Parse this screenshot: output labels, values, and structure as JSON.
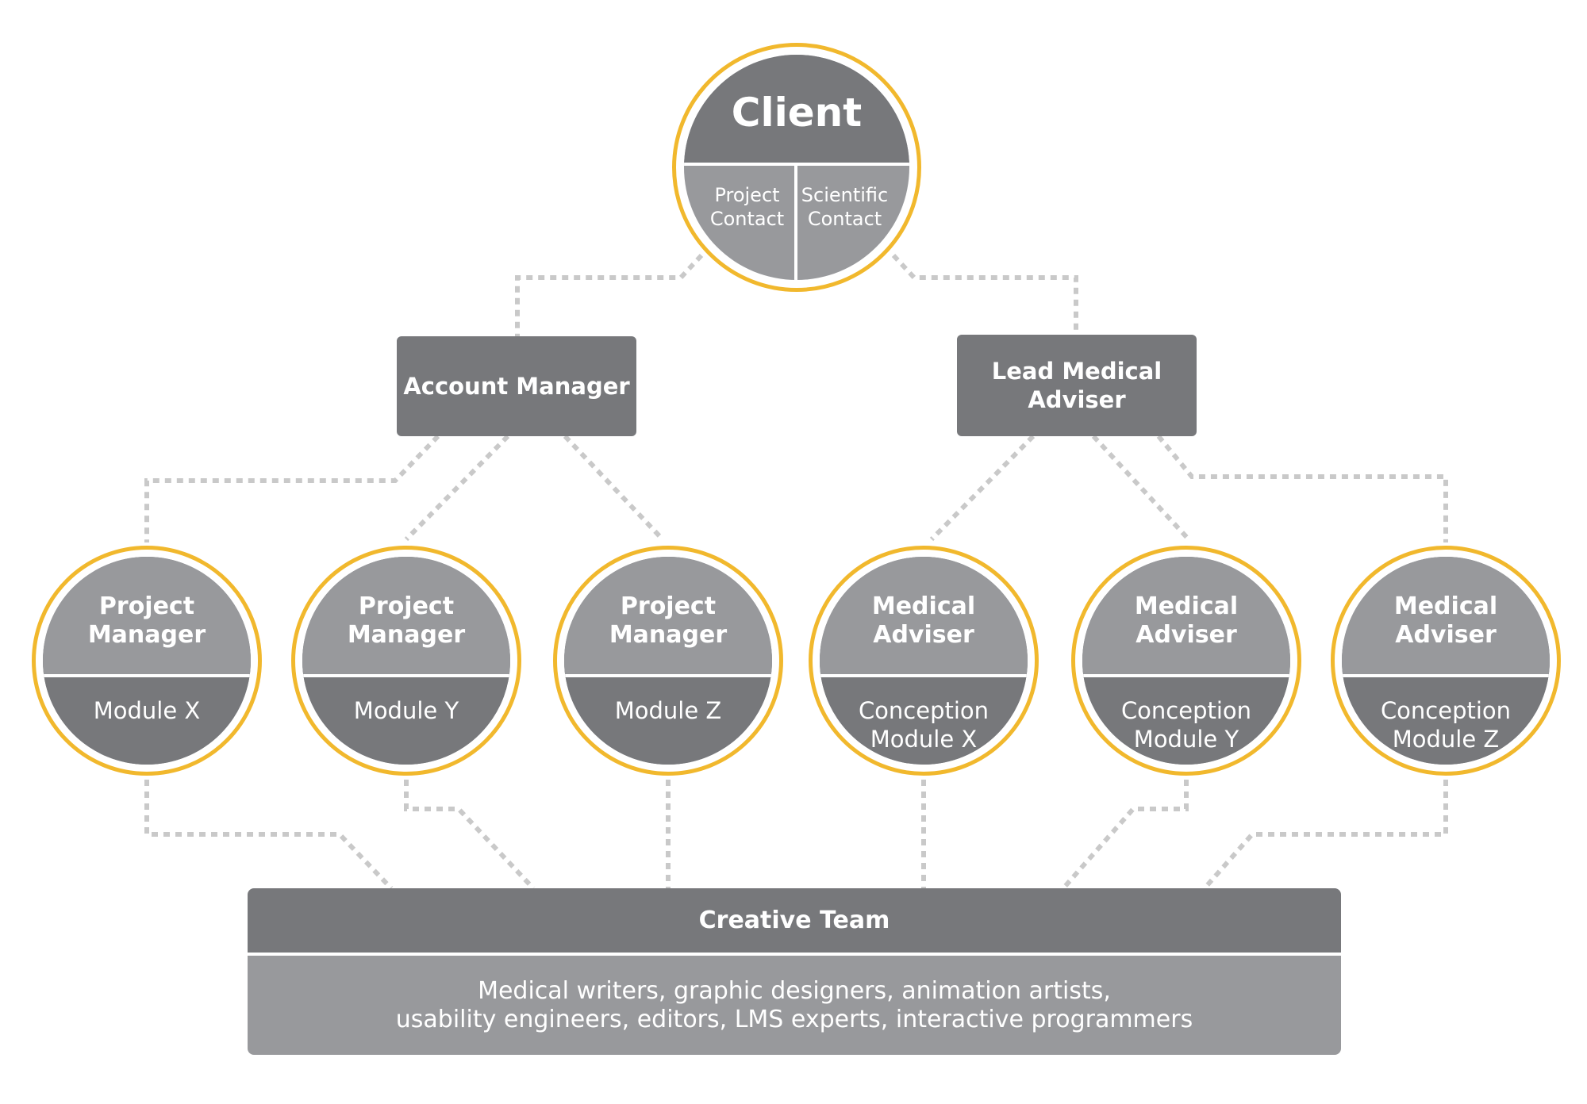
{
  "client": {
    "title": "Client",
    "left_cell": [
      "Project",
      "Contact"
    ],
    "right_cell": [
      "Scientific",
      "Contact"
    ]
  },
  "account_manager": {
    "label": "Account Manager"
  },
  "lead_medical_adviser": {
    "label": [
      "Lead Medical",
      "Adviser"
    ]
  },
  "nodes": [
    {
      "role": [
        "Project",
        "Manager"
      ],
      "scope": [
        "Module X"
      ]
    },
    {
      "role": [
        "Project",
        "Manager"
      ],
      "scope": [
        "Module Y"
      ]
    },
    {
      "role": [
        "Project",
        "Manager"
      ],
      "scope": [
        "Module Z"
      ]
    },
    {
      "role": [
        "Medical",
        "Adviser"
      ],
      "scope": [
        "Conception",
        "Module X"
      ]
    },
    {
      "role": [
        "Medical",
        "Adviser"
      ],
      "scope": [
        "Conception",
        "Module Y"
      ]
    },
    {
      "role": [
        "Medical",
        "Adviser"
      ],
      "scope": [
        "Conception",
        "Module Z"
      ]
    }
  ],
  "creative_team": {
    "title": "Creative Team",
    "description": [
      "Medical writers, graphic designers, animation artists,",
      "usability engineers, editors, LMS experts, interactive programmers"
    ]
  },
  "colors": {
    "dark_gray": "#77787b",
    "light_gray": "#98999c",
    "ring_gold": "#f1b82d",
    "connector_gray": "#c9c9c9"
  }
}
